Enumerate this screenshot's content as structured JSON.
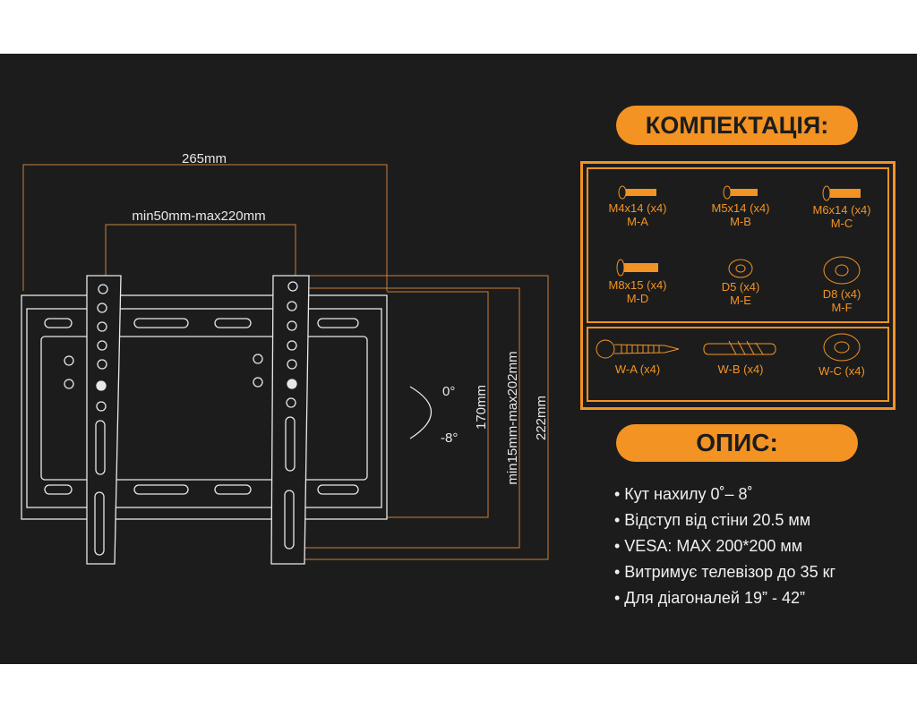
{
  "diagram": {
    "width_label": "265mm",
    "vesa_h_label": "min50mm-max220mm",
    "height_170_label": "170mm",
    "vesa_v_label": "min15mm-max202mm",
    "height_222_label": "222mm",
    "tilt_top_label": "0°",
    "tilt_bottom_label": "-8°"
  },
  "kit": {
    "title": "КОМПЕКТАЦІЯ:",
    "items": [
      {
        "name": "M4x14 (x4)",
        "code": "M-A",
        "icon": "bolt-icon"
      },
      {
        "name": "M5x14 (x4)",
        "code": "M-B",
        "icon": "bolt-icon"
      },
      {
        "name": "M6x14 (x4)",
        "code": "M-C",
        "icon": "bolt-icon"
      },
      {
        "name": "M8x15 (x4)",
        "code": "M-D",
        "icon": "bolt-icon"
      },
      {
        "name": "D5 (x4)",
        "code": "M-E",
        "icon": "washer-icon"
      },
      {
        "name": "D8 (x4)",
        "code": "M-F",
        "icon": "washer-icon"
      }
    ],
    "wall_items": [
      {
        "name": "W-A (x4)",
        "icon": "wood-screw-icon"
      },
      {
        "name": "W-B (x4)",
        "icon": "wall-plug-icon"
      },
      {
        "name": "W-C (x4)",
        "icon": "washer-icon"
      }
    ]
  },
  "description": {
    "title": "ОПИС:",
    "items": [
      "• Кут нахилу 0˚– 8˚",
      "• Відступ від стіни 20.5 мм",
      "• VESA: MAX 200*200 мм",
      "• Витримує телевізор до 35 кг",
      "• Для діагоналей 19” - 42”"
    ]
  },
  "colors": {
    "accent": "#f39323",
    "background": "#1c1c1c",
    "text": "#f0f0f0"
  }
}
